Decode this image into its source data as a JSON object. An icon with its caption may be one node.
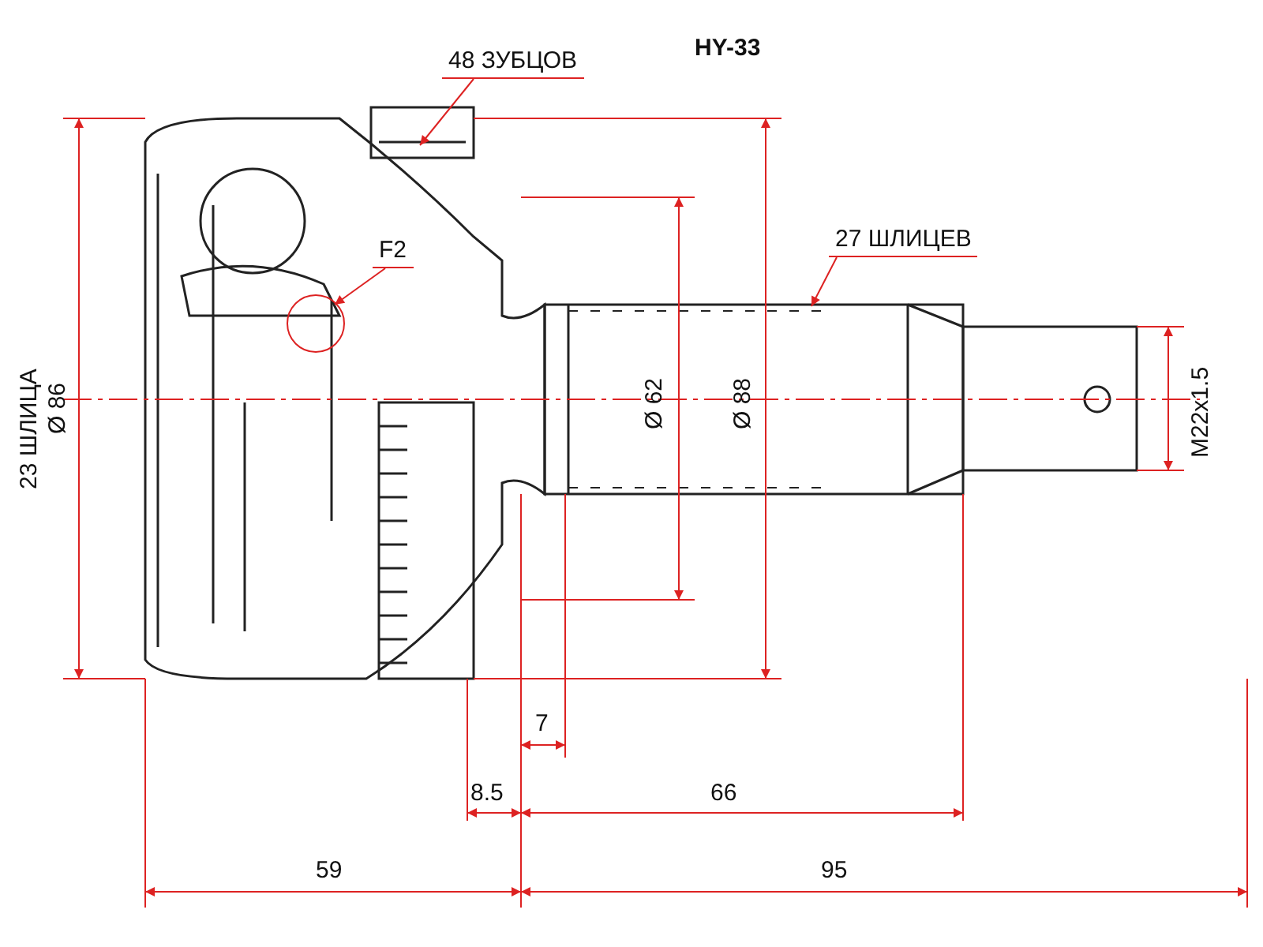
{
  "diagram": {
    "nodes": [
      {
        "text": [
          "48 ЗУБЦОВ"
        ]
      },
      {
        "text": [
          "27 ШЛИЦЕВ"
        ]
      },
      {
        "text": [
          "F2"
        ]
      }
    ],
    "edges": [
      {
        "from": 0,
        "to": null,
        "arrow": "to"
      },
      {
        "from": 1,
        "to": null,
        "arrow": "to"
      },
      {
        "from": 2,
        "to": null,
        "arrow": "to"
      }
    ],
    "labels": [
      "HY-33",
      "23 ШЛИЦА",
      "Ø 86",
      "Ø 62",
      "Ø 88",
      "M22x1.5",
      "7",
      "8.5",
      "66",
      "59",
      "95"
    ]
  }
}
